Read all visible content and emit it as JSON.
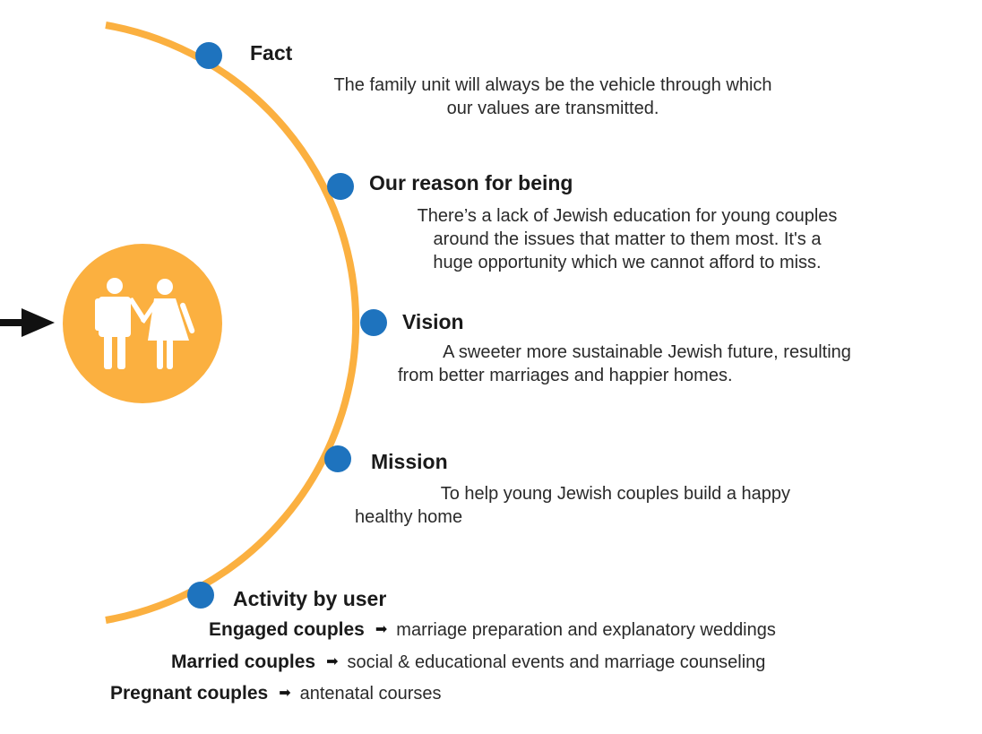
{
  "colors": {
    "arc": "#FBB040",
    "dot": "#1E73BE",
    "icon_bg": "#FBB040"
  },
  "sections": [
    {
      "title": "Fact",
      "text": [
        "The family unit will always be the vehicle through which",
        "our values are transmitted."
      ]
    },
    {
      "title": "Our reason for being",
      "text": [
        "There’s a lack of Jewish education for young couples",
        "around the issues that matter to them most. It's a",
        "huge opportunity which we cannot afford to miss."
      ]
    },
    {
      "title": "Vision",
      "text": [
        "A sweeter more sustainable Jewish future, resulting",
        "from better marriages and happier homes."
      ]
    },
    {
      "title": "Mission",
      "text": [
        "To help young Jewish couples build a happy",
        "healthy home"
      ]
    },
    {
      "title": "Activity by user"
    }
  ],
  "activities": [
    {
      "user": "Engaged couples",
      "activity": "marriage preparation and explanatory weddings"
    },
    {
      "user": "Married couples",
      "activity": "social & educational events and marriage counseling"
    },
    {
      "user": "Pregnant couples",
      "activity": "antenatal courses"
    }
  ]
}
